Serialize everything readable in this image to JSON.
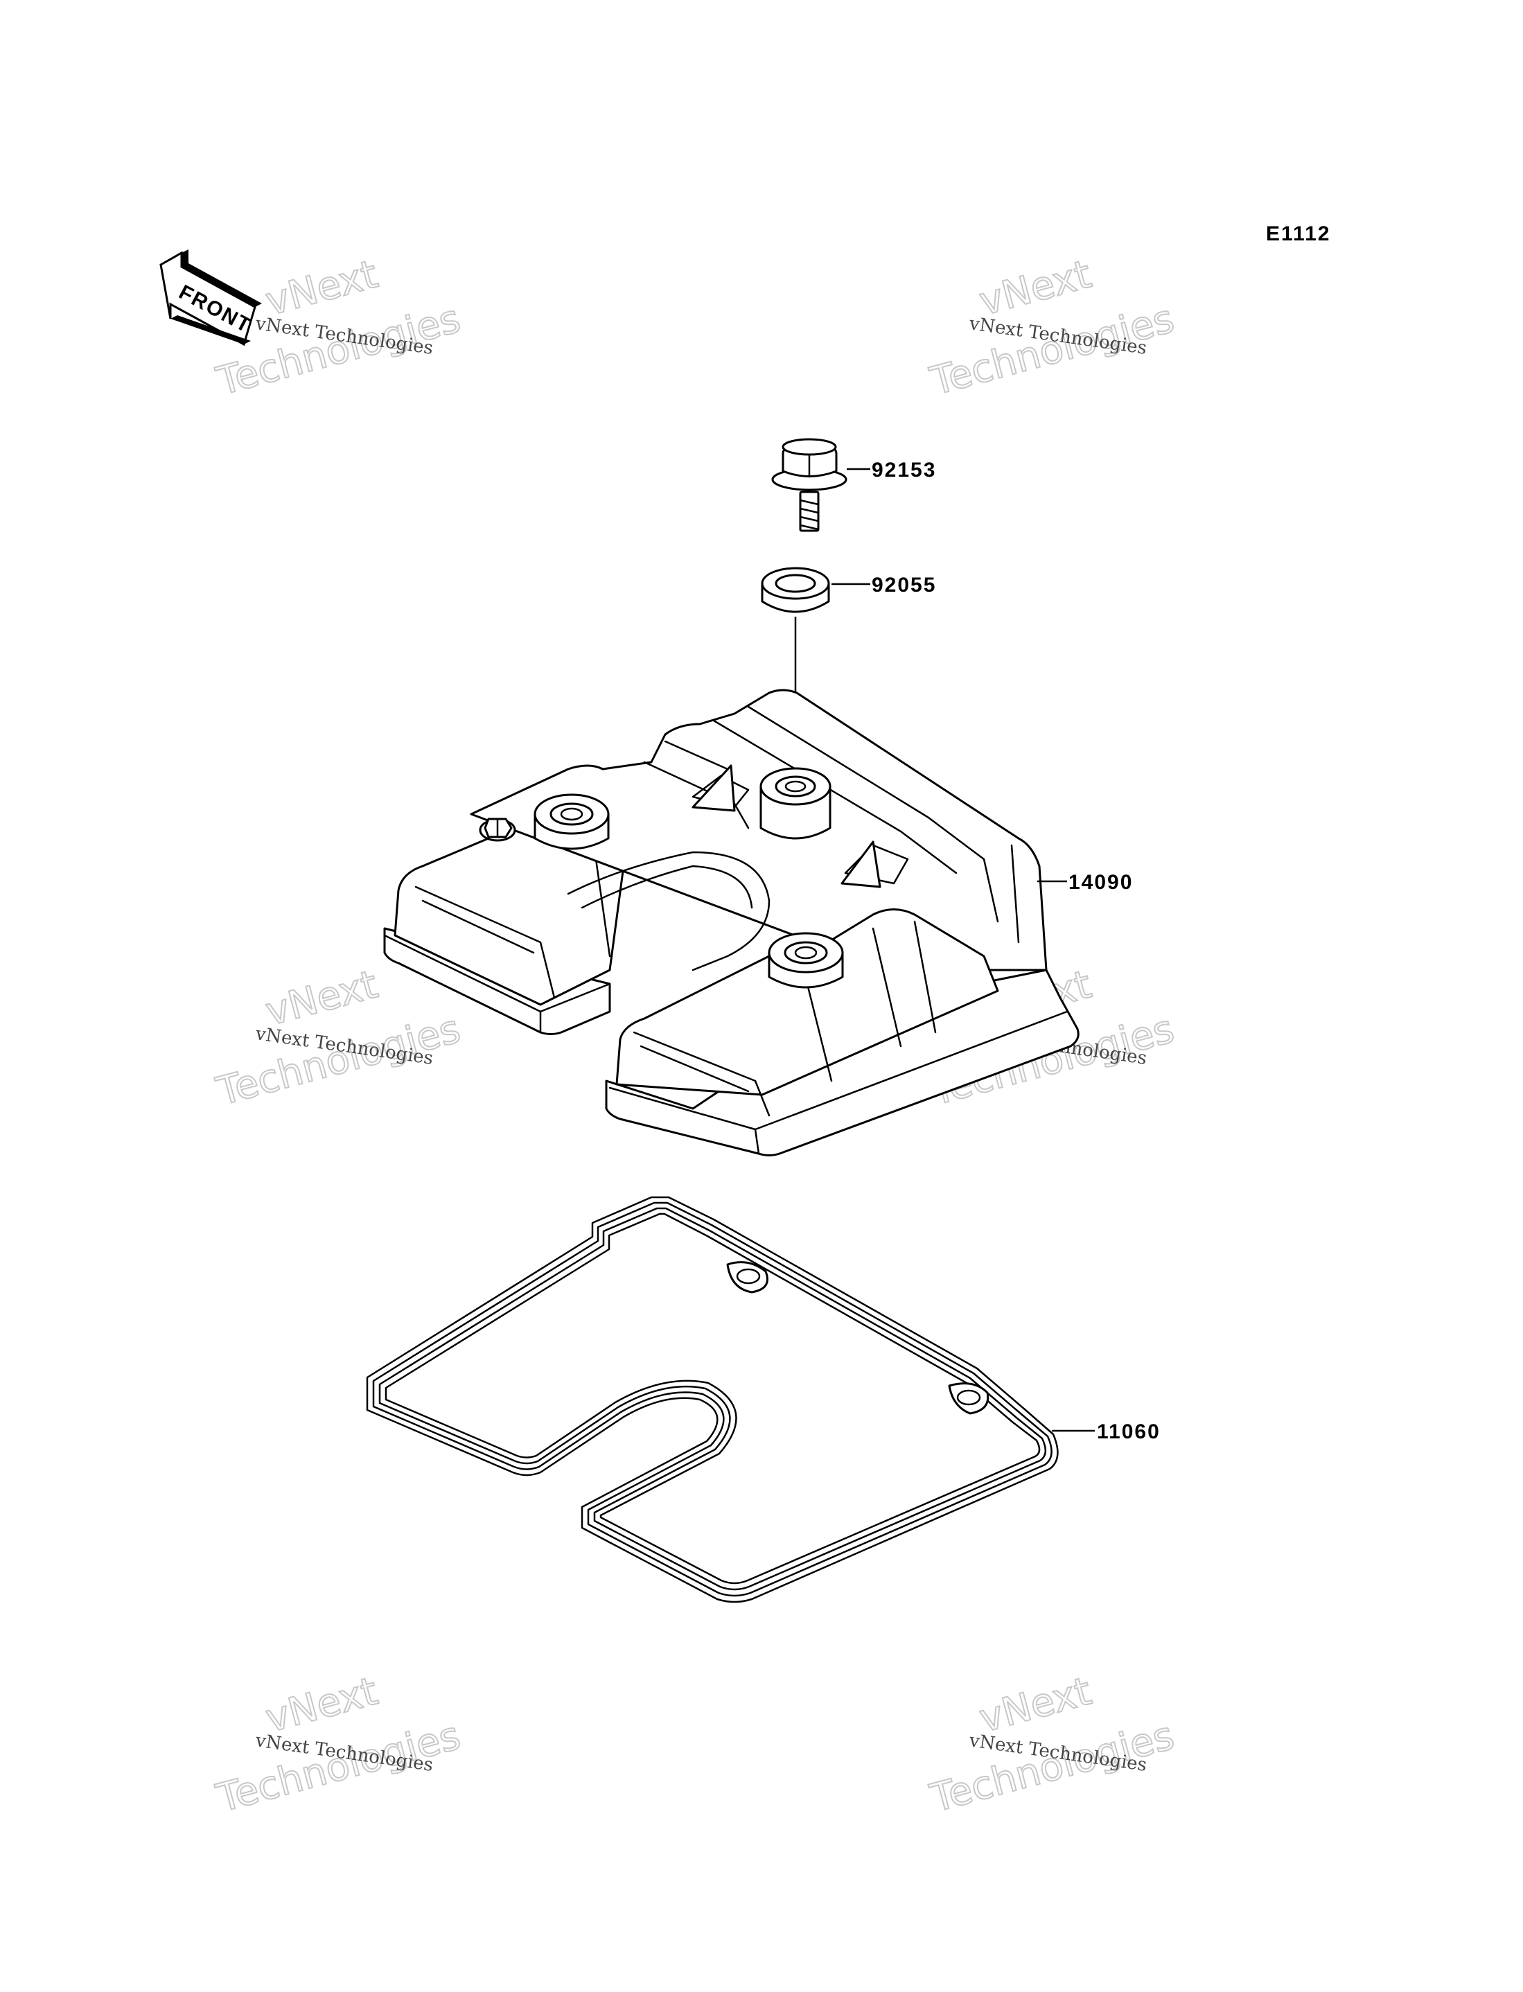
{
  "diagram": {
    "code": "E1112",
    "front_label": "FRONT",
    "watermark": {
      "line1": "vNext",
      "line2": "Technologies",
      "full": "vNext Technologies"
    },
    "parts": [
      {
        "number": "92153",
        "name_icon": "bolt-icon"
      },
      {
        "number": "92055",
        "name_icon": "washer-icon"
      },
      {
        "number": "14090",
        "name_icon": "cylinder-head-cover-icon"
      },
      {
        "number": "11060",
        "name_icon": "gasket-icon"
      }
    ]
  }
}
